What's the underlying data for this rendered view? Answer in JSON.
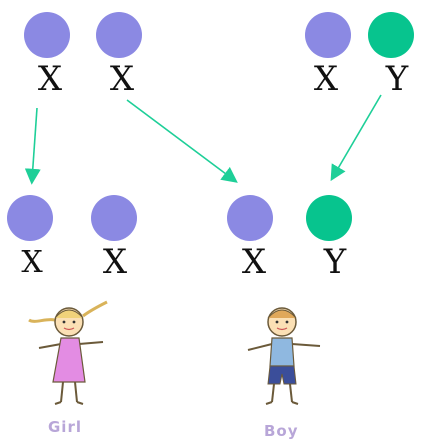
{
  "diagram": {
    "parents": {
      "mother": {
        "chromosomes": [
          {
            "id": "m1",
            "label": "X"
          },
          {
            "id": "m2",
            "label": "X"
          }
        ]
      },
      "father": {
        "chromosomes": [
          {
            "id": "f1",
            "label": "X"
          },
          {
            "id": "f2",
            "label": "Y"
          }
        ]
      }
    },
    "children": {
      "daughter": {
        "chromosomes": [
          {
            "id": "d1",
            "label": "X"
          },
          {
            "id": "d2",
            "label": "X"
          }
        ],
        "caption": "Girl"
      },
      "son": {
        "chromosomes": [
          {
            "id": "s1",
            "label": "X"
          },
          {
            "id": "s2",
            "label": "Y"
          }
        ],
        "caption": "Boy"
      }
    },
    "colors": {
      "x_chromosome": "#8b89e3",
      "y_chromosome": "#07c48e",
      "arrow_gray": "#7fbf9f",
      "arrow_green": "#1ecf98",
      "caption": "#b8a6d8"
    },
    "arrows": [
      {
        "from": "m1",
        "to": "d1"
      },
      {
        "from": "m2",
        "to": "s1"
      },
      {
        "from": "f2",
        "to": "s2"
      }
    ],
    "icons": [
      "girl-figure-icon",
      "boy-figure-icon"
    ]
  }
}
